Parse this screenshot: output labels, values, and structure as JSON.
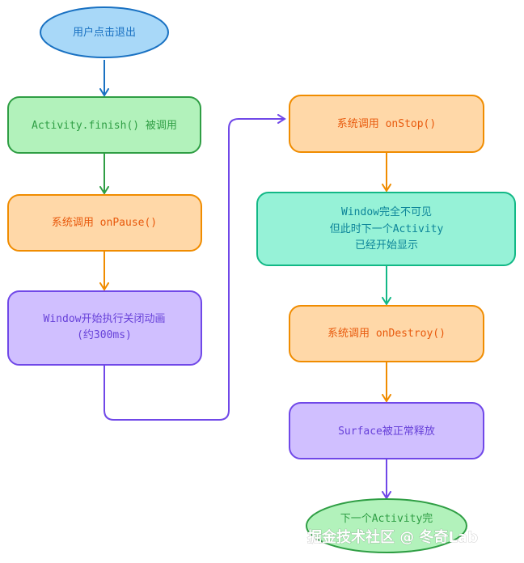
{
  "colors": {
    "blue_fill": "#a8d8f8",
    "blue_stroke": "#1971c2",
    "blue_text": "#1971c2",
    "green_fill": "#b2f2bb",
    "green_stroke": "#2f9e44",
    "green_text": "#2f9e44",
    "orange_fill": "#ffd8a8",
    "orange_stroke": "#f08c00",
    "orange_text": "#e8590c",
    "violet_fill": "#d0bfff",
    "violet_stroke": "#7048e8",
    "violet_text": "#6741d9",
    "teal_fill": "#96f2d7",
    "teal_stroke": "#12b886",
    "teal_text": "#0c8599"
  },
  "nodes": {
    "start": "用户点击退出",
    "finish": "Activity.finish() 被调用",
    "on_pause": "系统调用 onPause()",
    "window_anim": [
      "Window开始执行关闭动画",
      "(约300ms)"
    ],
    "on_stop": "系统调用 onStop()",
    "invisible": [
      "Window完全不可见",
      "但此时下一个Activity",
      "已经开始显示"
    ],
    "on_destroy": "系统调用 onDestroy()",
    "surface": "Surface被正常释放",
    "end": "下一个Activity完"
  },
  "watermark": "掘金技术社区 @ 冬奇Lab"
}
